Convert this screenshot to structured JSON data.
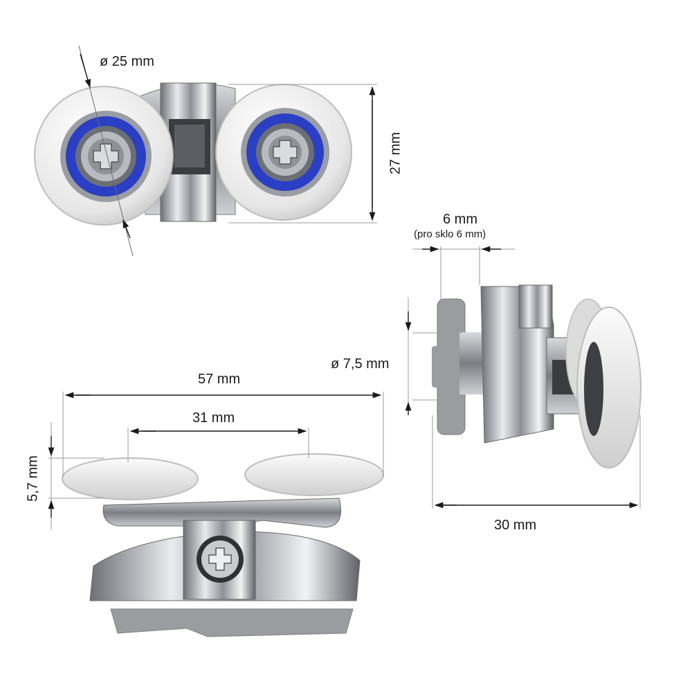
{
  "labels": {
    "wheel_diameter": "ø 25 mm",
    "height": "27 mm",
    "glass_thickness": "6 mm",
    "glass_note": "(pro sklo 6 mm)",
    "axle_diameter": "ø 7,5 mm",
    "total_width": "57 mm",
    "wheel_spacing": "31 mm",
    "wheel_thickness": "5,7 mm",
    "depth": "30 mm"
  },
  "colors": {
    "wheel": "#ececec",
    "bearing": "#2a3fc4",
    "chrome": "#b9bcc2",
    "dim_line": "#6b6b6b",
    "gray_plate": "#9a9ca0"
  }
}
